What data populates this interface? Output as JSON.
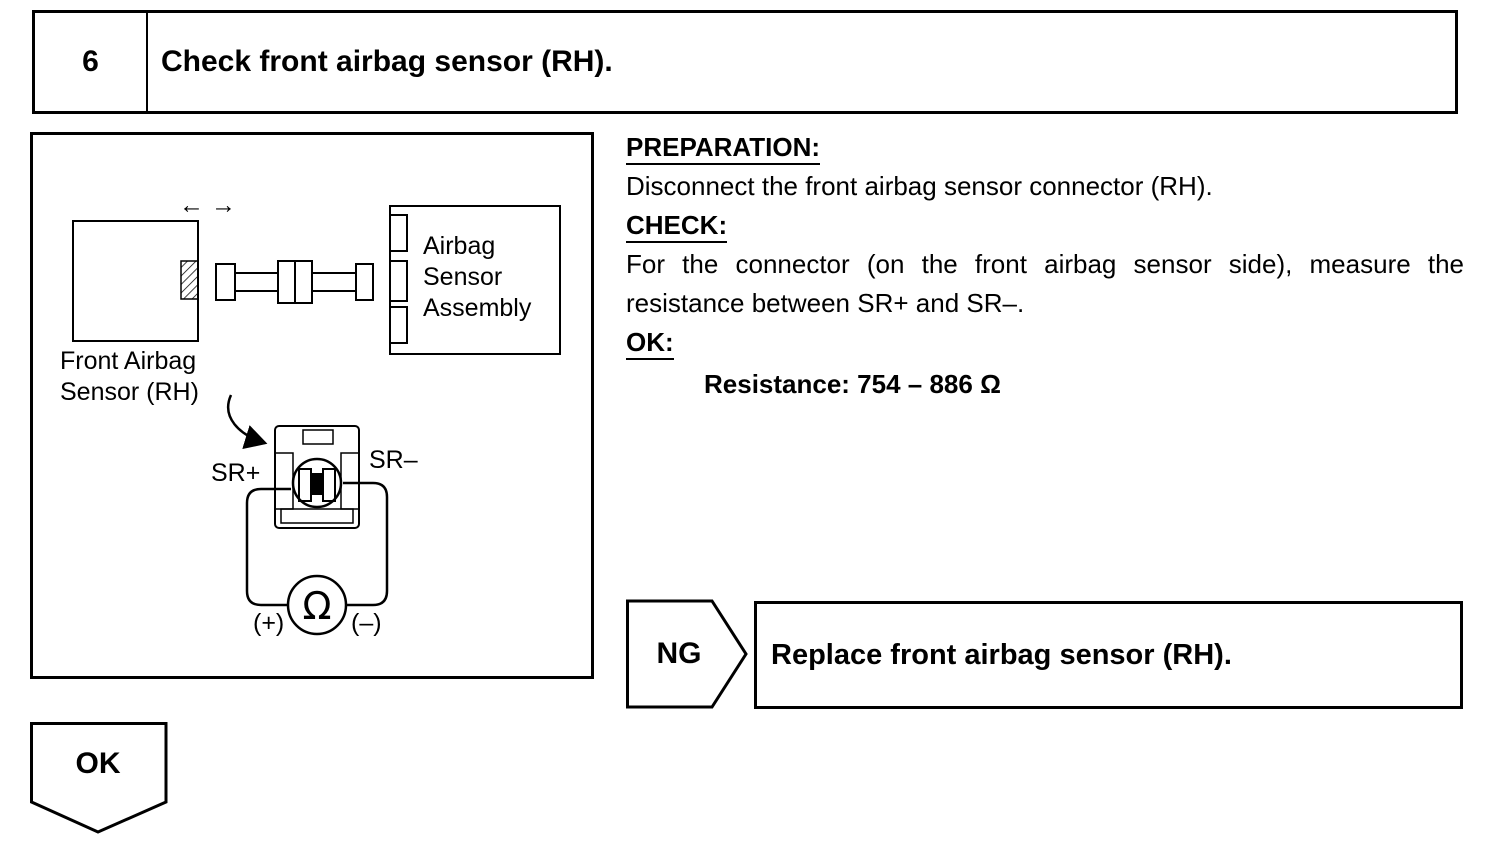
{
  "step": {
    "number": "6",
    "title": "Check front airbag sensor (RH)."
  },
  "diagram": {
    "arrows_label": "← →",
    "airbag_assembly_lines": [
      "Airbag",
      "Sensor",
      "Assembly"
    ],
    "front_sensor_lines": [
      "Front Airbag",
      "Sensor (RH)"
    ],
    "sr_plus": "SR+",
    "sr_minus": "SR–",
    "meter_symbol": "Ω",
    "meter_plus": "(+)",
    "meter_minus": "(–)"
  },
  "instructions": {
    "preparation_heading": "PREPARATION:",
    "preparation_text": "Disconnect the front airbag sensor connector (RH).",
    "check_heading": "CHECK:",
    "check_text": "For the connector (on the front airbag sensor side), measure the resistance between SR+ and SR–.",
    "ok_heading": "OK:",
    "ok_spec": "Resistance: 754 – 886 Ω"
  },
  "result_ng": {
    "label": "NG",
    "action": "Replace front airbag sensor (RH)."
  },
  "result_ok": {
    "label": "OK"
  }
}
